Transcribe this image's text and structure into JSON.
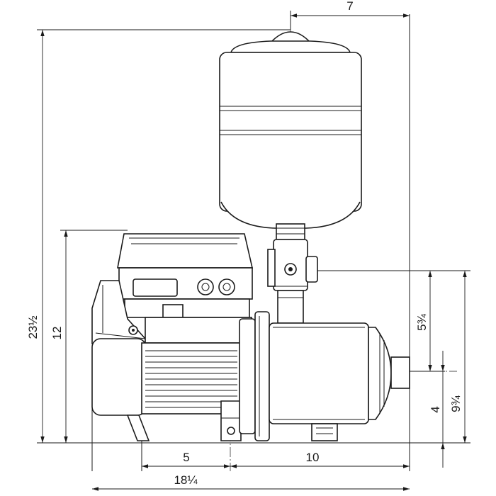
{
  "diagram": {
    "subject": "pump with motor, control box and pressure tank",
    "dimensions": {
      "tank_width": "7",
      "overall_height": "23½",
      "control_box_height": "12",
      "tank_connection_height": "5¾",
      "outlet_height": "9¾",
      "inlet_height": "4",
      "foot_spacing": "5",
      "pump_length": "10",
      "overall_length": "18¼"
    }
  }
}
